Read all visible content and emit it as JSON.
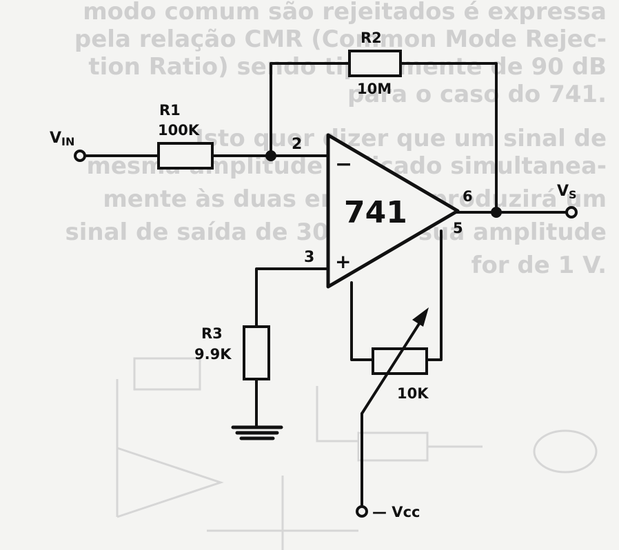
{
  "colors": {
    "paper": "#f4f4f2",
    "ink": "#111111",
    "bleed": "#cfcfcf"
  },
  "bleed_text": [
    "modo comum são rejeitados é expressa",
    "pela relação CMR (Common Mode Rejec-",
    "tion Ratio) sendo tipicamente de 90 dB",
    "para o caso do 741.",
    "Isto quer dizer que um sinal de",
    "mesma amplitude aplicado simultanea-",
    "mente às duas entradas produzirá um",
    "sinal de saída de 30 µV se sua amplitude",
    "for de 1 V."
  ],
  "labels": {
    "vin": "V",
    "vin_sub": "IN",
    "r1_name": "R1",
    "r1_value": "100K",
    "r2_name": "R2",
    "r2_value": "10M",
    "pin2": "2",
    "pin3": "3",
    "pin6": "6",
    "pin5": "5",
    "minus": "−",
    "plus": "+",
    "opamp": "741",
    "vs": "V",
    "vs_sub": "S",
    "r3_name": "R3",
    "r3_value": "9.9K",
    "pot_value": "10K",
    "vcc": "— Vcc"
  }
}
